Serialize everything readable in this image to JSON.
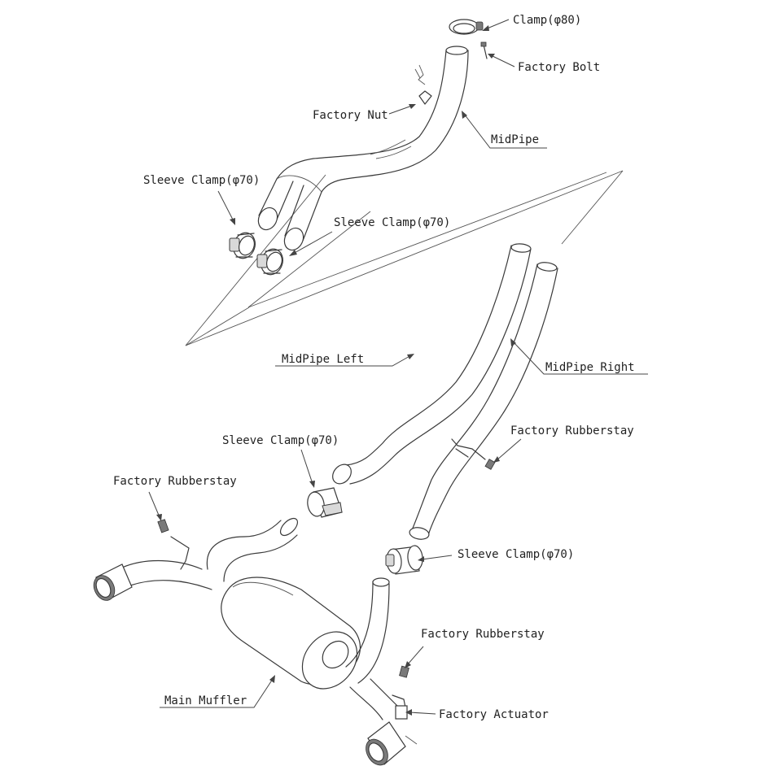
{
  "labels": {
    "clamp80": "Clamp(φ80)",
    "factory_bolt": "Factory Bolt",
    "factory_nut": "Factory Nut",
    "midpipe": "MidPipe",
    "sleeve_clamp_1": "Sleeve Clamp(φ70)",
    "sleeve_clamp_2": "Sleeve Clamp(φ70)",
    "midpipe_left": "MidPipe Left",
    "midpipe_right": "MidPipe Right",
    "factory_rubberstay_1": "Factory Rubberstay",
    "sleeve_clamp_3": "Sleeve Clamp(φ70)",
    "factory_rubberstay_2": "Factory Rubberstay",
    "sleeve_clamp_4": "Sleeve Clamp(φ70)",
    "factory_rubberstay_3": "Factory Rubberstay",
    "factory_actuator": "Factory Actuator",
    "main_muffler": "Main Muffler"
  }
}
